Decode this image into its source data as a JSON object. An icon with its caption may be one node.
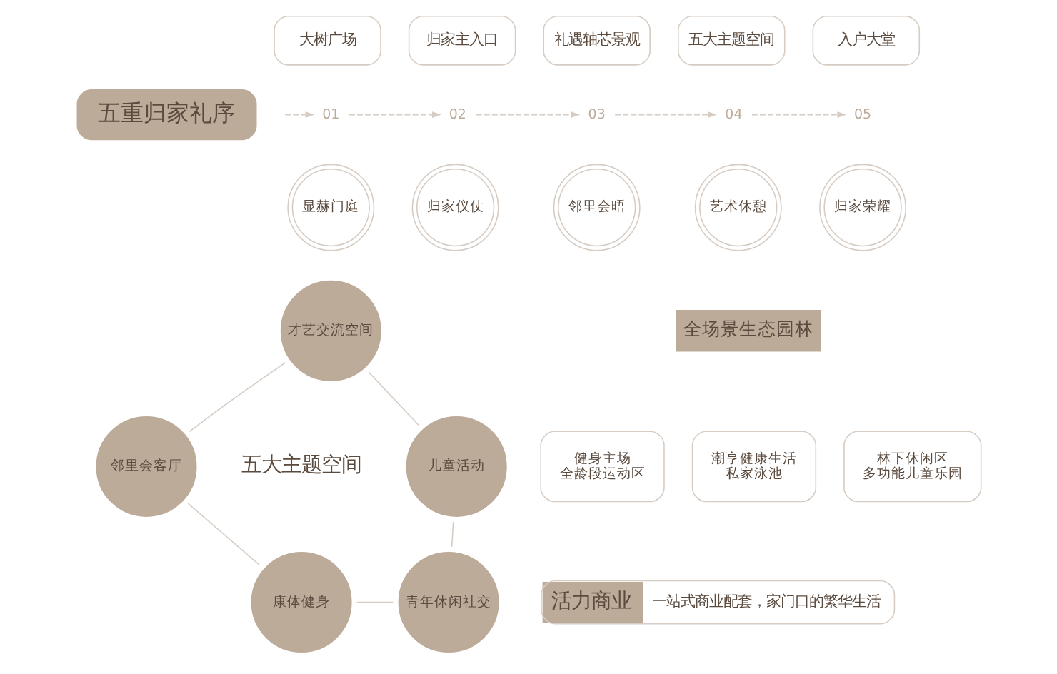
{
  "diagram": {
    "nodes": [
      {
        "text": [
          "五重归家礼序"
        ]
      },
      {
        "text": [
          "大树广场"
        ]
      },
      {
        "text": [
          "归家主入口"
        ]
      },
      {
        "text": [
          "礼遇轴芯景观"
        ]
      },
      {
        "text": [
          "五大主题空间"
        ]
      },
      {
        "text": [
          "入户大堂"
        ]
      },
      {
        "text": [
          "01"
        ]
      },
      {
        "text": [
          "02"
        ]
      },
      {
        "text": [
          "03"
        ]
      },
      {
        "text": [
          "04"
        ]
      },
      {
        "text": [
          "05"
        ]
      },
      {
        "text": [
          "显赫门庭"
        ]
      },
      {
        "text": [
          "归家仪仗"
        ]
      },
      {
        "text": [
          "邻里会晤"
        ]
      },
      {
        "text": [
          "艺术休憩"
        ]
      },
      {
        "text": [
          "归家荣耀"
        ]
      },
      {
        "text": [
          "才艺交流空间"
        ]
      },
      {
        "text": [
          "儿童活动"
        ]
      },
      {
        "text": [
          "青年休闲社交"
        ]
      },
      {
        "text": [
          "康体健身"
        ]
      },
      {
        "text": [
          "邻里会客厅"
        ]
      },
      {
        "text": [
          "全场景生态园林"
        ]
      },
      {
        "text": [
          "林下休闲区",
          "多功能儿童乐园"
        ]
      },
      {
        "text": [
          "健身主场",
          "全龄段运动区"
        ]
      },
      {
        "text": [
          "潮享健康生活",
          "私家泳池"
        ]
      },
      {
        "text": [
          "活力商业",
          "一站式商业配套，家门口的繁华生活"
        ]
      }
    ],
    "edges": [
      {
        "from": null,
        "to": 6,
        "arrow": "to",
        "style": "dashed"
      },
      {
        "from": 6,
        "to": 7,
        "arrow": "to",
        "style": "dashed"
      },
      {
        "from": 7,
        "to": 8,
        "arrow": "to",
        "style": "dashed"
      },
      {
        "from": 8,
        "to": 9,
        "arrow": "to",
        "style": "dashed"
      },
      {
        "from": 9,
        "to": 10,
        "arrow": "to",
        "style": "dashed"
      },
      {
        "from": 16,
        "to": 17,
        "arrow": "none"
      },
      {
        "from": 17,
        "to": 18,
        "arrow": "none"
      },
      {
        "from": 18,
        "to": 19,
        "arrow": "none"
      },
      {
        "from": 19,
        "to": 20,
        "arrow": "none"
      },
      {
        "from": 20,
        "to": 16,
        "arrow": "none"
      }
    ],
    "labels": [
      "五大主题空间"
    ]
  }
}
